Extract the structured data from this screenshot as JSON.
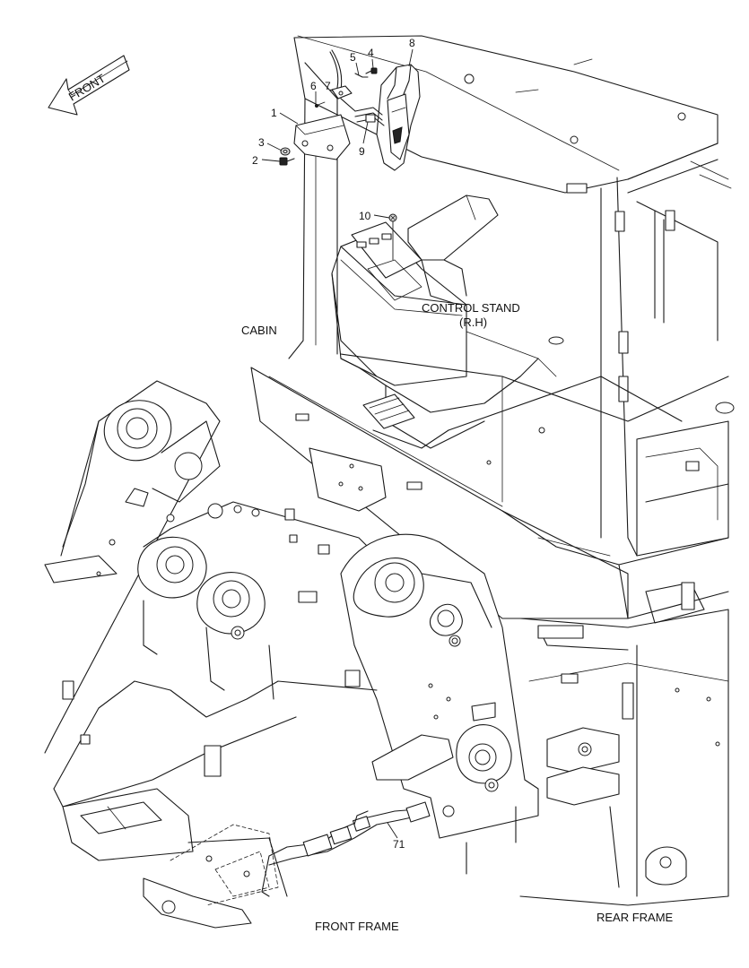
{
  "direction_arrow": {
    "text": "FRONT"
  },
  "callouts": {
    "c1": "1",
    "c2": "2",
    "c3": "3",
    "c4": "4",
    "c5": "5",
    "c6": "6",
    "c7": "7",
    "c8": "8",
    "c9": "9",
    "c10": "10",
    "c71": "71"
  },
  "labels": {
    "cabin": "CABIN",
    "control_stand_line1": "CONTROL STAND",
    "control_stand_line2": "(R.H)",
    "front_frame": "FRONT FRAME",
    "rear_frame": "REAR FRAME"
  }
}
